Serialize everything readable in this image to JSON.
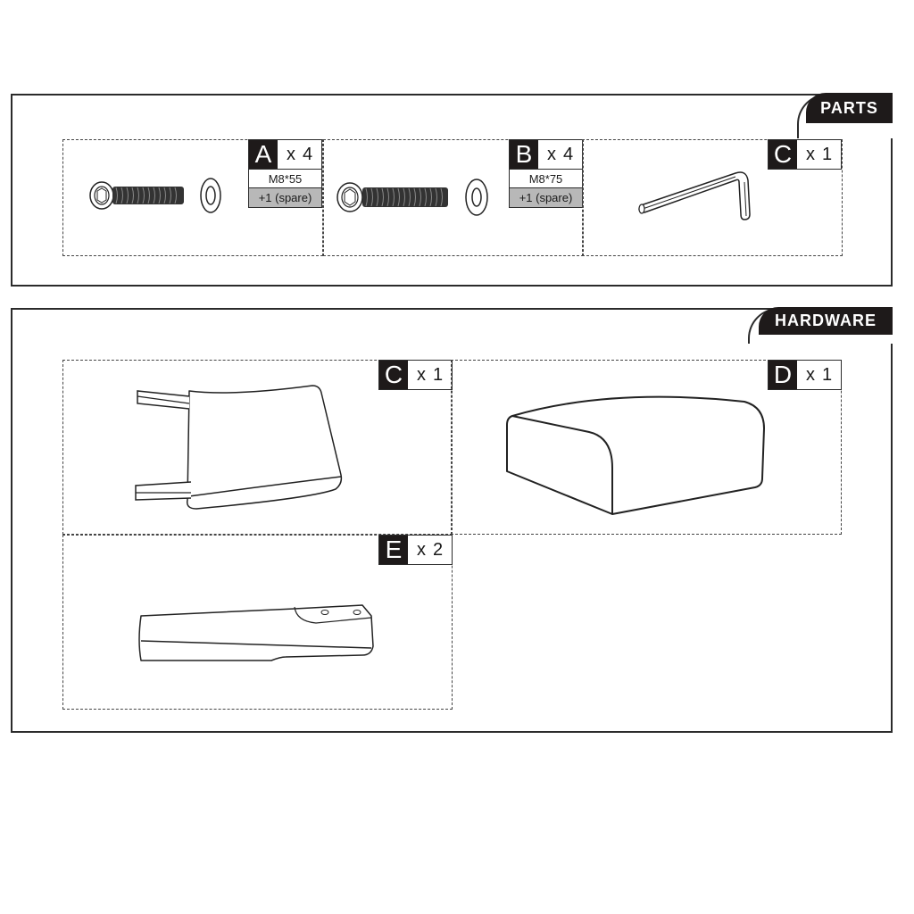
{
  "parts_section": {
    "title": "PARTS",
    "items": [
      {
        "letter": "A",
        "qty_prefix": "x",
        "qty": "4",
        "size": "M8*55",
        "spare": "+1  (spare)",
        "icon": "bolt-and-washer-icon"
      },
      {
        "letter": "B",
        "qty_prefix": "x",
        "qty": "4",
        "size": "M8*75",
        "spare": "+1  (spare)",
        "icon": "bolt-and-washer-icon"
      },
      {
        "letter": "C",
        "qty_prefix": "x",
        "qty": "1",
        "icon": "allen-key-icon"
      }
    ]
  },
  "hardware_section": {
    "title": "HARDWARE",
    "items": [
      {
        "letter": "C",
        "qty_prefix": "x",
        "qty": "1",
        "icon": "seat-backrest-icon"
      },
      {
        "letter": "D",
        "qty_prefix": "x",
        "qty": "1",
        "icon": "ottoman-cushion-icon"
      },
      {
        "letter": "E",
        "qty_prefix": "x",
        "qty": "2",
        "icon": "leg-icon"
      }
    ]
  },
  "colors": {
    "ink": "#1e1a1a",
    "spare_bg": "#b8b8b8",
    "border": "#2b2b2b"
  }
}
